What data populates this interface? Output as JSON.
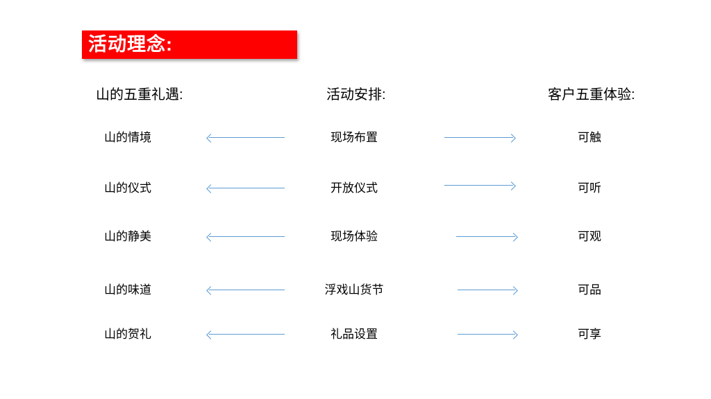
{
  "slide": {
    "title": "活动理念:",
    "columns": {
      "left_header": "山的五重礼遇:",
      "middle_header": "活动安排:",
      "right_header": "客户五重体验:"
    },
    "rows": [
      {
        "left": "山的情境",
        "middle": "现场布置",
        "right": "可触"
      },
      {
        "left": "山的仪式",
        "middle": "开放仪式",
        "right": "可听"
      },
      {
        "left": "山的静美",
        "middle": "现场体验",
        "right": "可观"
      },
      {
        "left": "山的味道",
        "middle": "浮戏山货节",
        "right": "可品"
      },
      {
        "left": "山的贺礼",
        "middle": "礼品设置",
        "right": "可享"
      }
    ],
    "colors": {
      "banner_background": "#FF0000",
      "banner_text": "#FFFFFF",
      "arrow_blue": "#5B9BD5",
      "body_text": "#000000",
      "background": "#FFFFFF"
    }
  }
}
